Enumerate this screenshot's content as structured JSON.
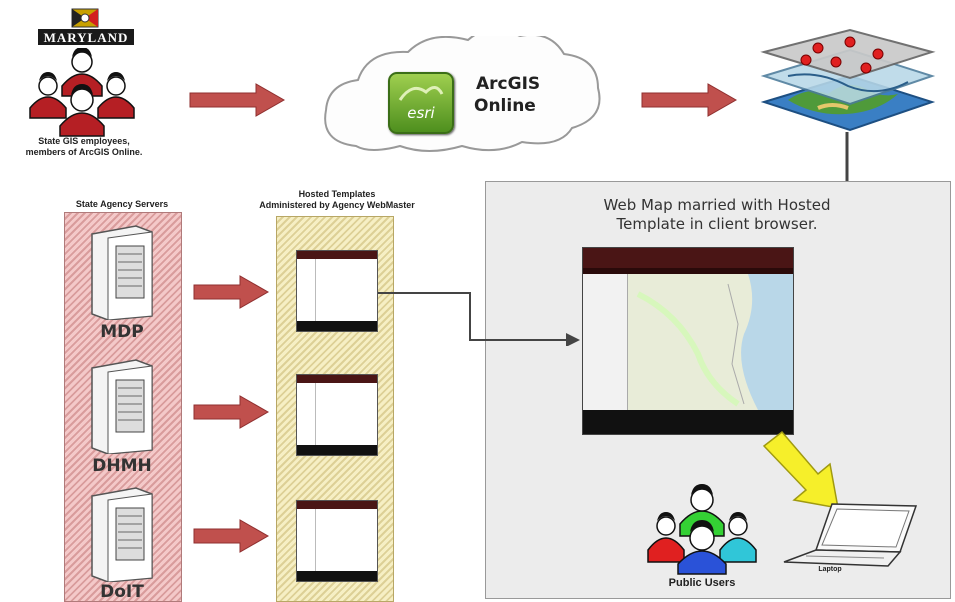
{
  "logo": {
    "text": "MARYLAND"
  },
  "gis_users": {
    "caption": "State GIS employees,\nmembers of ArcGIS Online."
  },
  "cloud": {
    "logo_text": "esri",
    "title_line1": "ArcGIS",
    "title_line2": "Online"
  },
  "state_servers": {
    "title": "State Agency Servers",
    "servers": [
      {
        "label": "MDP"
      },
      {
        "label": "DHMH"
      },
      {
        "label": "DoIT"
      }
    ]
  },
  "hosted_templates": {
    "title_line1": "Hosted Templates",
    "title_line2": "Administered by Agency WebMaster"
  },
  "browser_panel": {
    "title_line1": "Web Map married with Hosted",
    "title_line2": "Template in client browser."
  },
  "public_users": {
    "label": "Public Users"
  },
  "laptop": {
    "label": "Laptop"
  },
  "colors": {
    "arrow": "#c0504d",
    "panel_bg": "#ececec",
    "header_dark": "#4a1515"
  },
  "icons": [
    "maryland-logo-icon",
    "people-group-icon",
    "esri-logo-icon",
    "map-layers-icon",
    "server-icon",
    "web-template-icon",
    "browser-screenshot-icon",
    "public-users-icon",
    "laptop-icon",
    "yellow-arrow-icon"
  ]
}
